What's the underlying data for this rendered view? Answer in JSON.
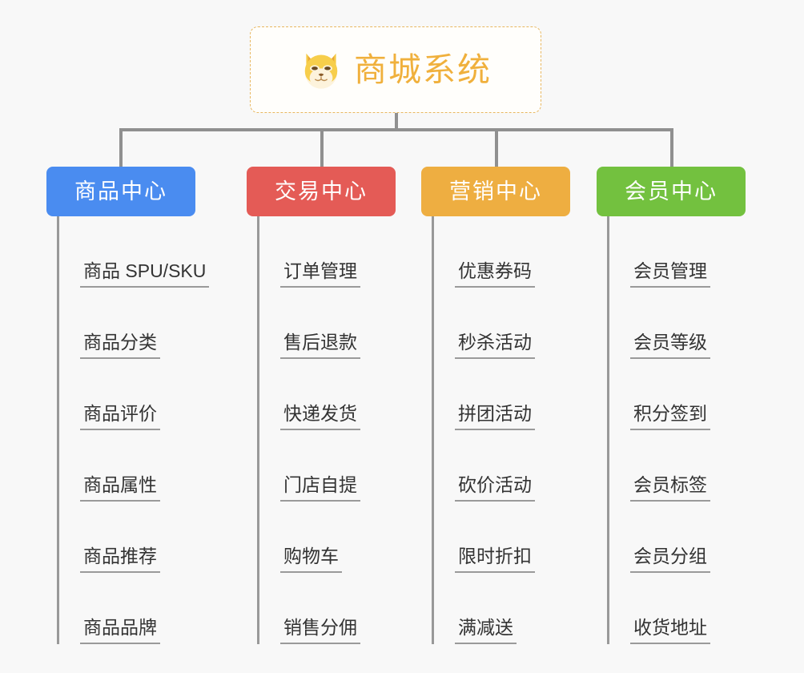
{
  "page": {
    "background_color": "#f8f8f8",
    "type": "mindmap-tree"
  },
  "root": {
    "title": "商城系统",
    "icon": "shiba-dog-emoji",
    "text_color": "#f0b03c",
    "border_color": "#e8b760",
    "background_color": "#fffefb"
  },
  "connector": {
    "color": "#909090"
  },
  "columns": [
    {
      "id": "product-center",
      "label": "商品中心",
      "color": "#4a8cf0",
      "items": [
        "商品 SPU/SKU",
        "商品分类",
        "商品评价",
        "商品属性",
        "商品推荐",
        "商品品牌"
      ]
    },
    {
      "id": "trade-center",
      "label": "交易中心",
      "color": "#e45b56",
      "items": [
        "订单管理",
        "售后退款",
        "快递发货",
        "门店自提",
        "购物车",
        "销售分佣"
      ]
    },
    {
      "id": "marketing-center",
      "label": "营销中心",
      "color": "#eeae41",
      "items": [
        "优惠券码",
        "秒杀活动",
        "拼团活动",
        "砍价活动",
        "限时折扣",
        "满减送"
      ]
    },
    {
      "id": "member-center",
      "label": "会员中心",
      "color": "#73c13f",
      "items": [
        "会员管理",
        "会员等级",
        "积分签到",
        "会员标签",
        "会员分组",
        "收货地址"
      ]
    }
  ]
}
